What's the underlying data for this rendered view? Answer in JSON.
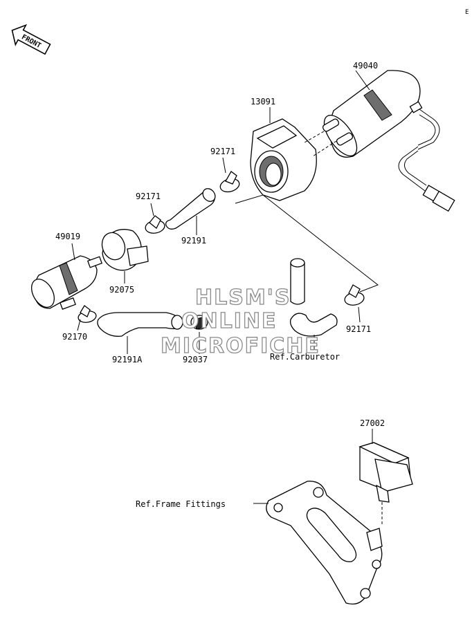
{
  "page_marker": "E",
  "front_arrow": {
    "label": "FRONT"
  },
  "watermark": {
    "line1": "HLSM'S",
    "line2": "ONLINE",
    "line3": "MICROFICHE"
  },
  "labels": {
    "p49040": "49040",
    "p13091": "13091",
    "p92171_a": "92171",
    "p92171_b": "92171",
    "p92191": "92191",
    "p49019": "49019",
    "p92075": "92075",
    "p92171_c": "92171",
    "p92170": "92170",
    "p92191A": "92191A",
    "p92037": "92037",
    "ref_carb": "Ref.Carburetor",
    "p27002": "27002",
    "ref_frame": "Ref.Frame Fittings"
  }
}
